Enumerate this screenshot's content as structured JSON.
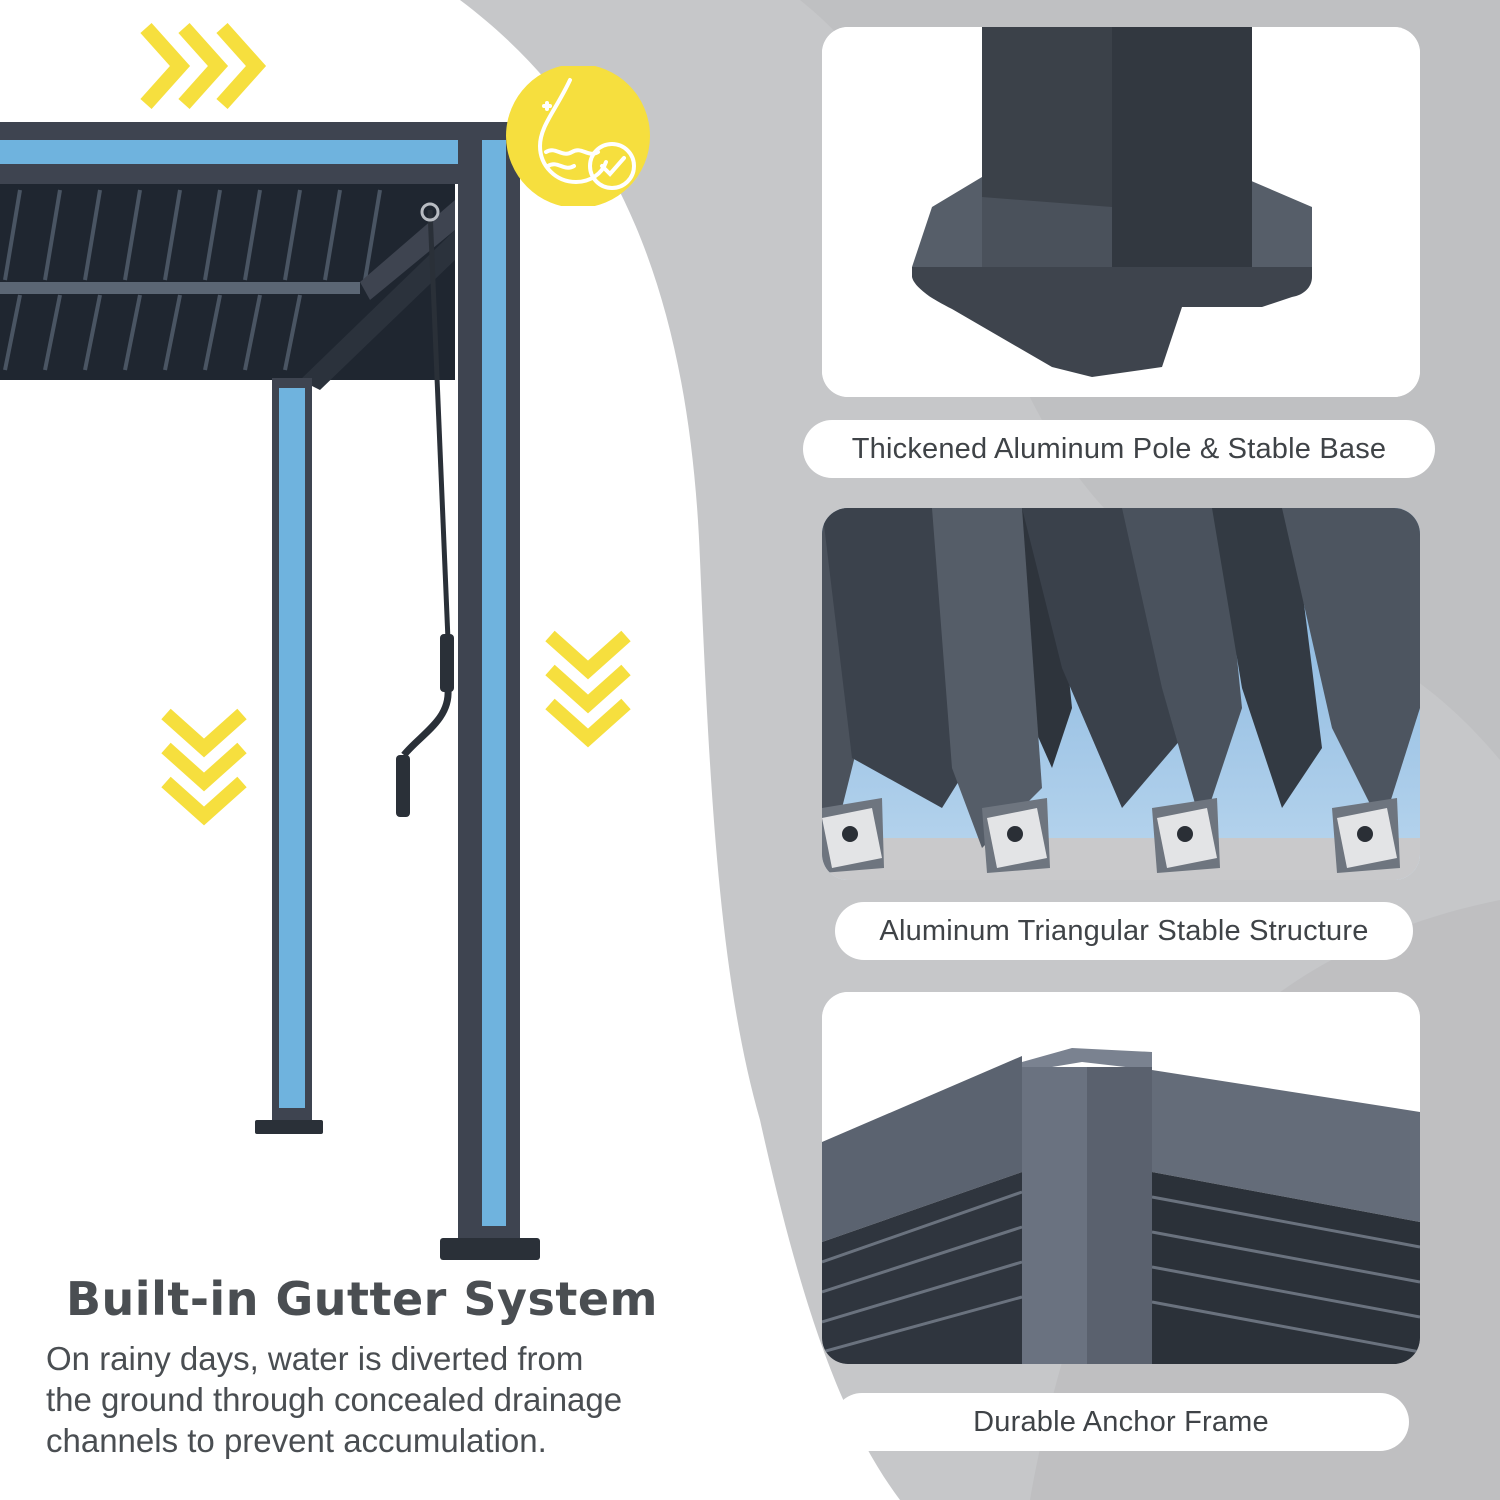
{
  "colors": {
    "accent_yellow": "#f6df3e",
    "highlight_blue": "#6fb3de",
    "frame_gray": "#3e4450",
    "background_gray": "#c6c7c9"
  },
  "icons": {
    "top_arrows": "chevron-right-icon",
    "left_arrows": "chevron-down-icon",
    "right_arrows": "chevron-down-icon",
    "badge": "water-drop-check-icon"
  },
  "features": [
    {
      "caption": "Thickened Aluminum Pole & Stable Base"
    },
    {
      "caption": "Aluminum Triangular Stable Structure"
    },
    {
      "caption": "Durable Anchor Frame"
    }
  ],
  "main": {
    "headline": "Built-in Gutter System",
    "body_lines": [
      "On rainy days, water is diverted from",
      "the ground through concealed drainage",
      "channels to prevent accumulation."
    ]
  }
}
